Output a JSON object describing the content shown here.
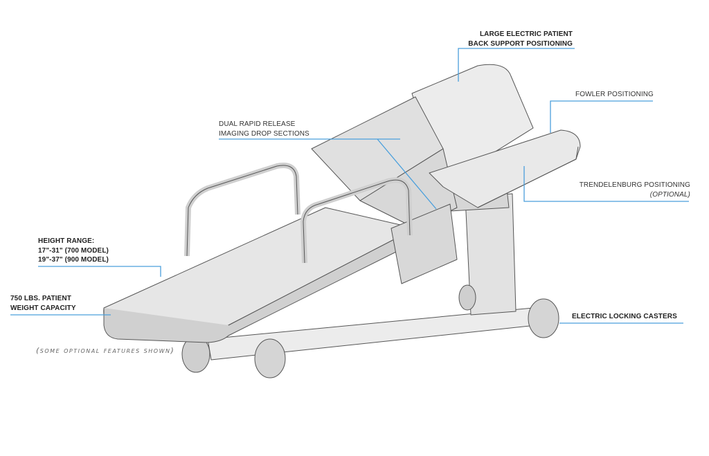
{
  "labels": {
    "back_support": [
      "LARGE ELECTRIC PATIENT",
      "BACK SUPPORT POSITIONING"
    ],
    "fowler": "FOWLER POSITIONING",
    "imaging": [
      "DUAL RAPID RELEASE",
      "IMAGING DROP SECTIONS"
    ],
    "trendelenburg": "TRENDELENBURG POSITIONING",
    "trendelenburg_note": "(OPTIONAL)",
    "height": [
      "HEIGHT RANGE:",
      "17\"-31\" (700 MODEL)",
      "19\"-37\" (900 MODEL)"
    ],
    "weight": [
      "750 LBS. PATIENT",
      "WEIGHT CAPACITY"
    ],
    "casters": "ELECTRIC LOCKING CASTERS",
    "footnote": "(some optional features shown)"
  },
  "colors": {
    "leader": "#4a9fdc",
    "body": "#e6e6e6",
    "outline": "#555555"
  }
}
